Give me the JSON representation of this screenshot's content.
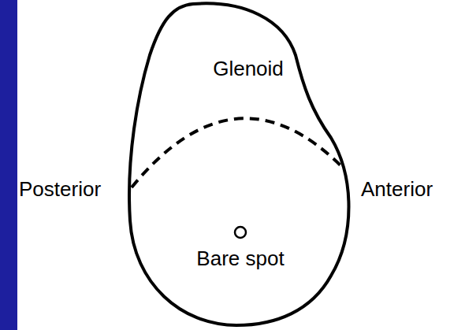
{
  "diagram": {
    "nodes": [
      {
        "text": [
          "Glenoid"
        ]
      },
      {
        "text": [
          "Bare spot"
        ],
        "in": 0
      }
    ],
    "labels": [
      "Posterior",
      "Anterior"
    ]
  }
}
